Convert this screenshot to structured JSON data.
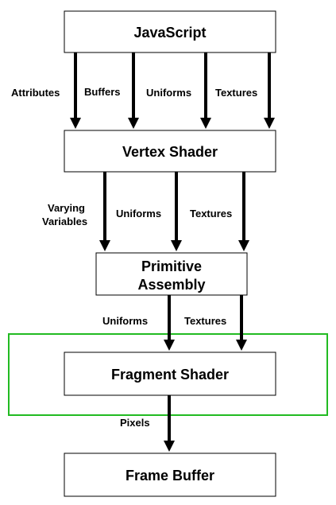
{
  "nodes": {
    "javascript": "JavaScript",
    "vertex_shader": "Vertex Shader",
    "primitive_assembly": [
      "Primitive",
      "Assembly"
    ],
    "fragment_shader": "Fragment Shader",
    "frame_buffer": "Frame Buffer"
  },
  "edges": {
    "js_to_vertex": [
      "Attributes",
      "Buffers",
      "Uniforms",
      "Textures"
    ],
    "vertex_to_primitive": {
      "varying": [
        "Varying",
        "Variables"
      ],
      "uniforms": "Uniforms",
      "textures": "Textures"
    },
    "primitive_to_fragment": [
      "Uniforms",
      "Textures"
    ],
    "fragment_to_framebuffer": "Pixels"
  },
  "highlight": {
    "color": "#22bb22"
  }
}
